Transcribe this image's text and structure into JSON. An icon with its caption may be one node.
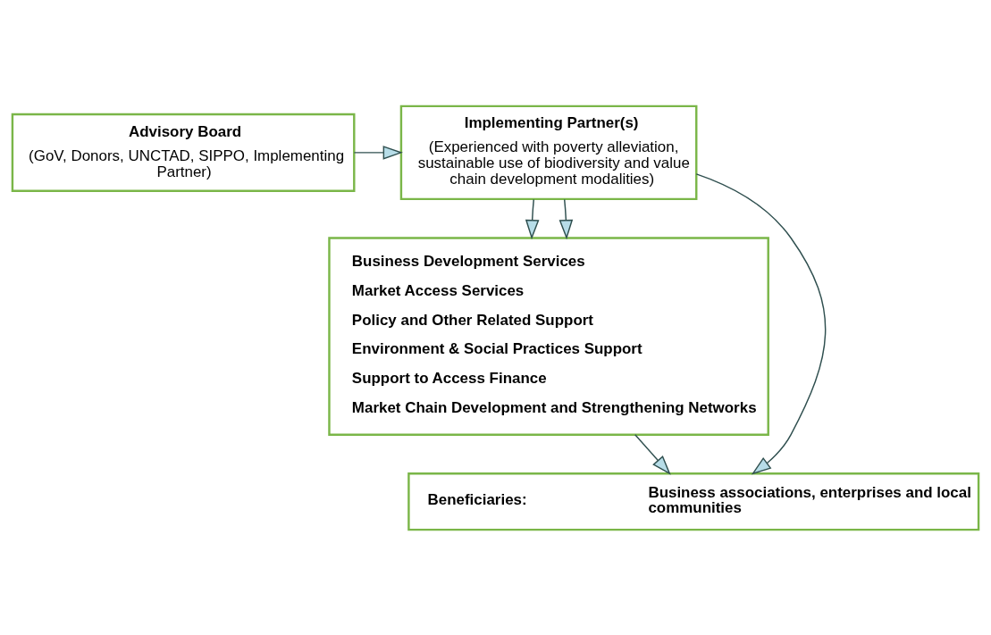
{
  "diagram": {
    "nodes": [
      {
        "text": [
          "Advisory Board",
          "(GoV, Donors, UNCTAD, SIPPO, Implementing Partner)"
        ]
      },
      {
        "text": [
          "Implementing Partner(s)",
          "(Experienced with poverty alleviation, sustainable use of biodiversity and value chain development modalities)"
        ]
      },
      {
        "text": [
          "Business Development Services",
          "Market Access Services",
          "Policy and Other Related Support",
          "Environment & Social Practices Support",
          "Support to Access Finance",
          "Market Chain Development and Strengthening Networks"
        ]
      },
      {
        "text": [
          "Beneficiaries:",
          "Business associations, enterprises and local communities"
        ]
      }
    ],
    "edges": [
      {
        "from": 0,
        "to": 1,
        "arrow": "to"
      },
      {
        "from": 1,
        "to": 2,
        "arrow": "to"
      },
      {
        "from": 1,
        "to": 2,
        "arrow": "to"
      },
      {
        "from": 2,
        "to": 3,
        "arrow": "to"
      },
      {
        "from": 1,
        "to": 3,
        "arrow": "to"
      }
    ]
  }
}
